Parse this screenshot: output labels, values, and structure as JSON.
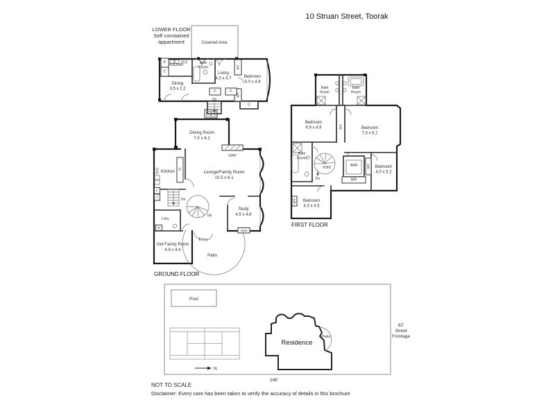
{
  "title": "10 Struan Street, Toorak",
  "colors": {
    "wall": "#1a1a1a",
    "light_line": "#8a8a8a",
    "text": "#222222"
  },
  "labels": {
    "c": "C",
    "p": "P",
    "f": "F",
    "w": "W",
    "bir": "BIR",
    "wir": "WIR",
    "ofp": "OFP",
    "up": "Up",
    "dn": "Dn",
    "void": "VOID",
    "seat": "Seat",
    "entry": "Entry",
    "patio": "Patio",
    "ldry": "L'dry",
    "n": "N"
  },
  "lower_floor": {
    "heading": [
      "LOWER FLOOR",
      "Self constained",
      "appartment"
    ],
    "covered_area": "Covered Area",
    "kitchen": "Kitchen",
    "bath": [
      "Bath",
      "Room"
    ],
    "living": {
      "name": "Living",
      "dims": "4.0 x 4.7"
    },
    "bedroom": {
      "name": "Bedroom",
      "dims": "4.0 x 4.8"
    },
    "dining": {
      "name": "Dining",
      "dims": "3.5 x 2.2"
    }
  },
  "ground_floor": {
    "label": "GROUND FLOOR",
    "dining": {
      "name": "Dining Room",
      "dims": "7.0 x 4.1"
    },
    "lounge": {
      "name": "Lounge/Family Room",
      "dims": "10.5 x 6.1"
    },
    "kitchen": "Kitchen",
    "study": {
      "name": "Study",
      "dims": "4.5 x 4.8"
    },
    "family2": {
      "name": "2nd Family Room",
      "dims": "4.8 x 4.4"
    }
  },
  "first_floor": {
    "label": "FIRST FLOOR",
    "bath": [
      "Bath",
      "Room"
    ],
    "bed1": {
      "name": "Bedroom",
      "dims": "6.9 x 4.9"
    },
    "bed2": {
      "name": "Bedroom",
      "dims": "7.3 x 6.1"
    },
    "bed3": {
      "name": "Bedroom",
      "dims": "4.0 x 5.2"
    },
    "bed4": {
      "name": "Bedroom",
      "dims": "4.3 x 4.3"
    }
  },
  "site_plan": {
    "pool": "Pool",
    "residence": "Residence",
    "depth": "248'",
    "frontage": [
      "82'",
      "Street",
      "Frontage"
    ]
  },
  "footer": {
    "not_to_scale": "NOT TO SCALE",
    "disclaimer": "Disclaimer: Every care has been taken to verify the accuracy of details in this brochure"
  }
}
